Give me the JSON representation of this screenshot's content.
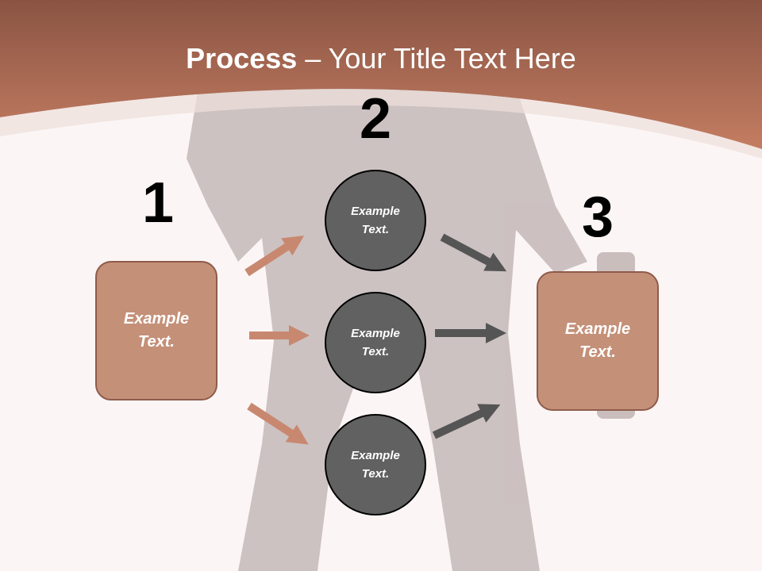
{
  "title": {
    "bold": "Process",
    "rest": " – Your Title Text Here"
  },
  "colors": {
    "header_top": "#8a5443",
    "header_bottom": "#c47d62",
    "box_fill": "#c49078",
    "box_border": "#8f5b4b",
    "circle_fill": "#616161",
    "left_arrow": "#c88870",
    "right_arrow": "#555555",
    "background": "#fbf6f5"
  },
  "numbers": [
    "1",
    "2",
    "3"
  ],
  "boxes": {
    "left": "Example\nText.",
    "right": "Example\nText."
  },
  "circles": [
    "Example\nText.",
    "Example\nText.",
    "Example\nText."
  ]
}
